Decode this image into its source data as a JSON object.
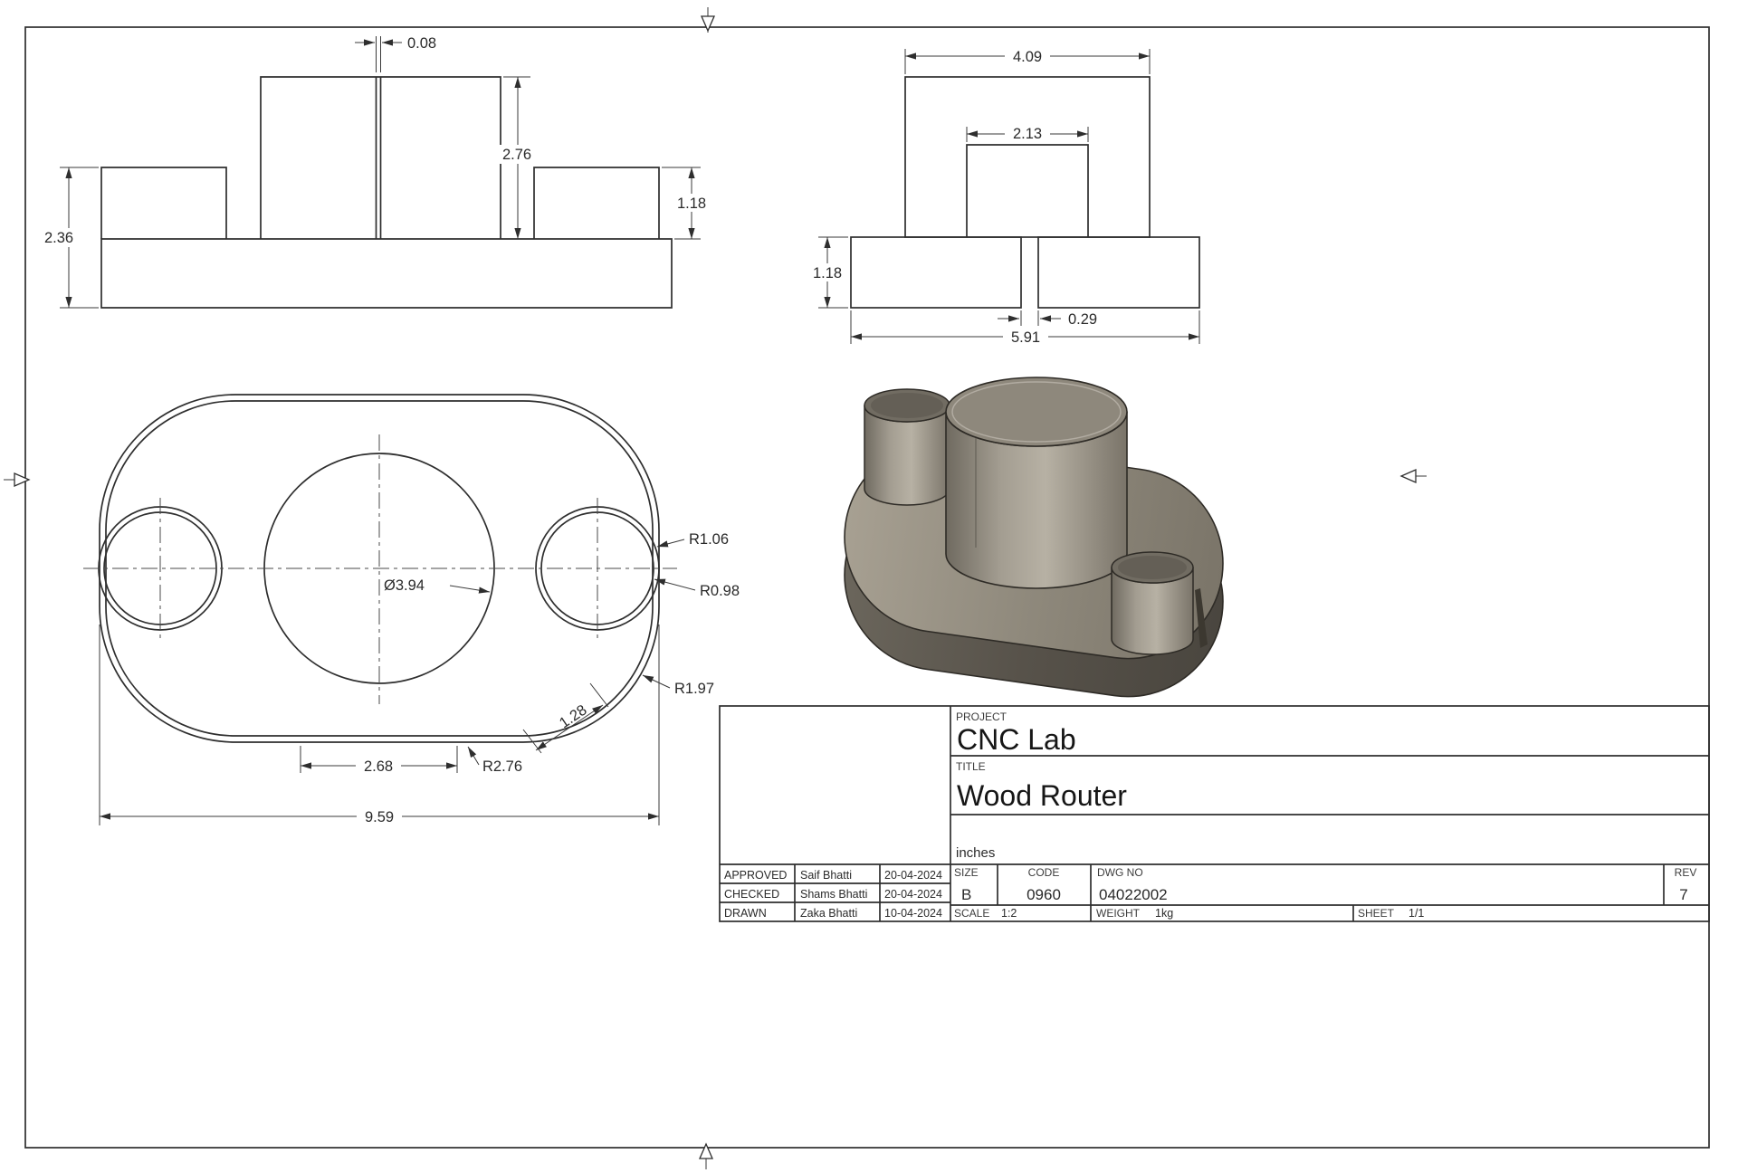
{
  "front_view": {
    "dim_slit_width": "0.08",
    "dim_boss_height": "2.76",
    "dim_step_height": "1.18",
    "dim_total_height": "2.36"
  },
  "side_view": {
    "dim_boss_width": "4.09",
    "dim_notch_width": "2.13",
    "dim_base_height": "1.18",
    "dim_slot_width": "0.29",
    "dim_total_width": "5.91"
  },
  "top_view": {
    "dim_small_boss_outer_radius": "R1.06",
    "dim_small_bore_radius": "R0.98",
    "dim_center_bore_diameter": "Ø3.94",
    "dim_corner_radius": "R1.97",
    "dim_chamfer_length": "1.28",
    "dim_slot_offset": "2.68",
    "dim_end_radius": "R2.76",
    "dim_total_width": "9.59"
  },
  "title_block": {
    "project_label": "PROJECT",
    "project": "CNC Lab",
    "title_label": "TITLE",
    "title": "Wood Router",
    "units": "inches",
    "rows": [
      {
        "role": "APPROVED",
        "name": "Saif Bhatti",
        "date": "20-04-2024"
      },
      {
        "role": "CHECKED",
        "name": "Shams Bhatti",
        "date": "20-04-2024"
      },
      {
        "role": "DRAWN",
        "name": "Zaka Bhatti",
        "date": "10-04-2024"
      }
    ],
    "size_label": "SIZE",
    "size": "B",
    "code_label": "CODE",
    "code": "0960",
    "dwg_label": "DWG NO",
    "dwg_no": "04022002",
    "rev_label": "REV",
    "rev": "7",
    "scale_label": "SCALE",
    "scale": "1:2",
    "weight_label": "WEIGHT",
    "weight": "1kg",
    "sheet_label": "SHEET",
    "sheet": "1/1"
  }
}
